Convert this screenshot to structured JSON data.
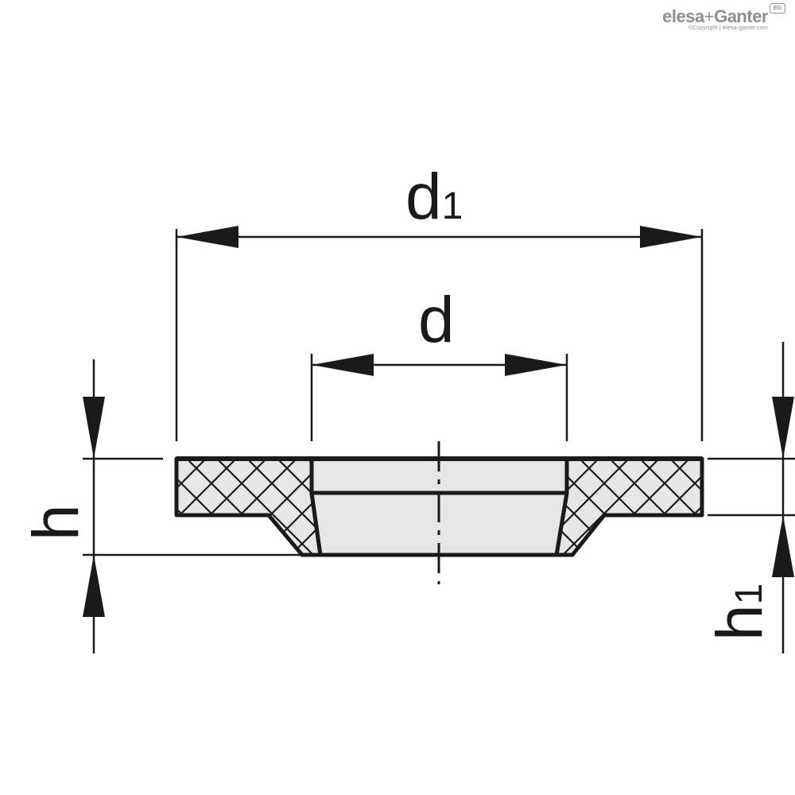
{
  "brand": {
    "name_part1": "elesa",
    "name_sep": "+",
    "name_part2": "Ganter",
    "badge": "EG",
    "copyright": "©Copyright | elesa-ganter.com"
  },
  "dimensions": {
    "d1": {
      "base": "d",
      "sub": "1"
    },
    "d": {
      "base": "d",
      "sub": ""
    },
    "h": {
      "base": "h",
      "sub": ""
    },
    "h1": {
      "base": "h",
      "sub": "1"
    }
  },
  "colors": {
    "line": "#1a1a1a",
    "bore_fill": "#e6e6e6",
    "body_fill": "#e6e6e6",
    "brand": "#8e8e8e"
  }
}
